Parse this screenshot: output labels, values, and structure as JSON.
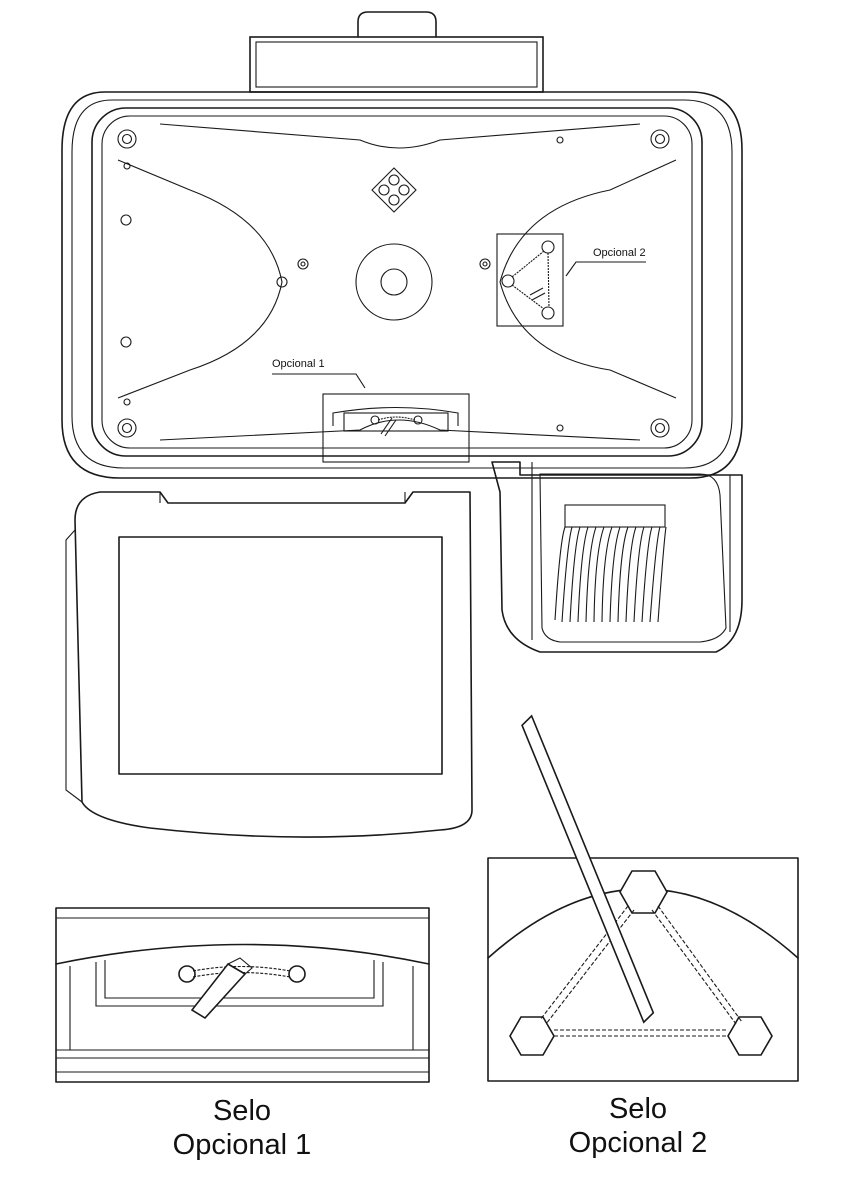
{
  "callouts": {
    "optional_1": "Opcional 1",
    "optional_2": "Opcional 2"
  },
  "captions": {
    "detail_1": {
      "line1": "Selo",
      "line2": "Opcional 1"
    },
    "detail_2": {
      "line1": "Selo",
      "line2": "Opcional 2"
    }
  }
}
